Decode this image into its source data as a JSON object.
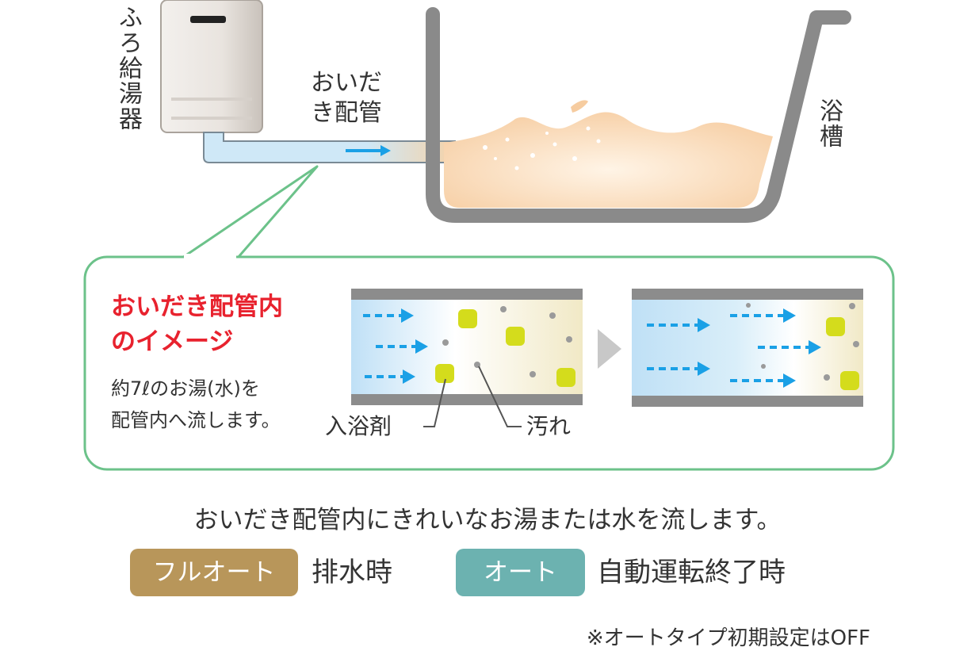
{
  "labels": {
    "heater": "ふろ給湯器",
    "pipe": "おいだき配管",
    "tub": "浴槽"
  },
  "callout": {
    "title_line1": "おいだき配管内",
    "title_line2": "のイメージ",
    "desc_line1": "約7ℓのお湯(水)を",
    "desc_line2": "配管内へ流します。",
    "label_bath_agent": "入浴剤",
    "label_dirt": "汚れ"
  },
  "caption": "おいだき配管内にきれいなお湯または水を流します。",
  "badges": [
    {
      "label": "フルオート",
      "text": "排水時",
      "color": "#b8965a"
    },
    {
      "label": "オート",
      "text": "自動運転終了時",
      "color": "#6cb2b0"
    }
  ],
  "note": "※オートタイプ初期設定はOFF",
  "colors": {
    "callout_border": "#6cc28a",
    "arrow_blue": "#1aa0e6",
    "tub_gray": "#8a8a8a",
    "water_tan": "#f4caa0",
    "title_red": "#e8222e",
    "particle_yellow": "#d4dc1c"
  },
  "icons": [
    "water-heater-icon",
    "flow-arrow-icon",
    "next-step-triangle-icon"
  ]
}
